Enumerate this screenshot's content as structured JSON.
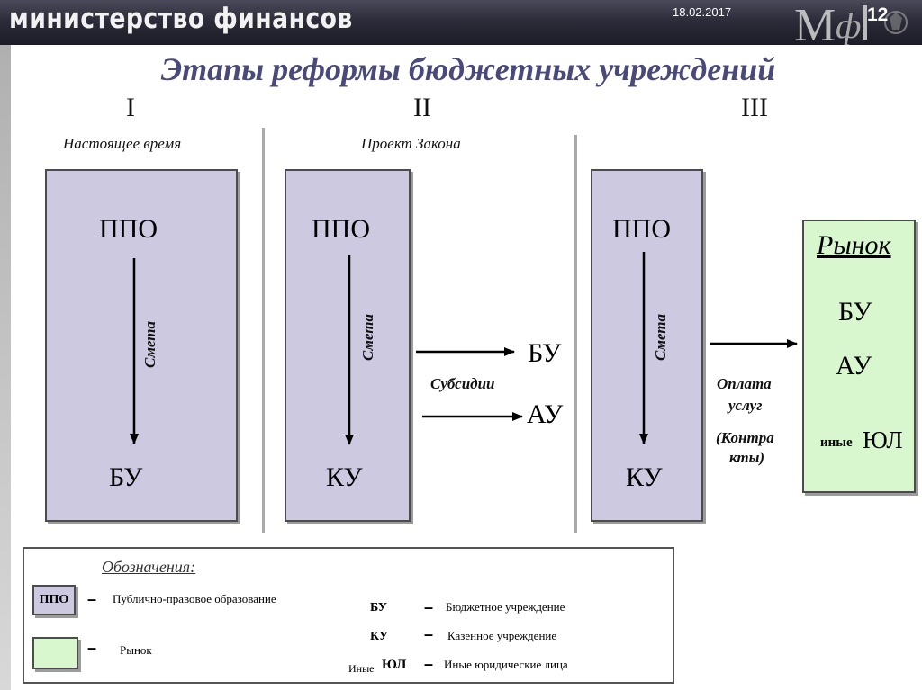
{
  "header": {
    "ministry": "министерство финансов",
    "date": "18.02.2017",
    "slide_number": "12"
  },
  "title": "Этапы реформы бюджетных учреждений",
  "stages": [
    {
      "numeral": "I",
      "label": "Настоящее время",
      "top": "ППО",
      "arrow_label": "Смета",
      "bottom": "БУ"
    },
    {
      "numeral": "II",
      "label": "Проект Закона",
      "top": "ППО",
      "arrow_label": "Смета",
      "bottom": "КУ",
      "out_top": "БУ",
      "out_bottom": "АУ",
      "out_label": "Субсидии"
    },
    {
      "numeral": "III",
      "label": "",
      "top": "ППО",
      "arrow_label": "Смета",
      "bottom": "КУ",
      "out_label_1": "Оплата",
      "out_label_2": "услуг",
      "out_label_3": "(Контра",
      "out_label_4": "кты)"
    }
  ],
  "market": {
    "title": "Рынок",
    "item_1": "БУ",
    "item_2": "АУ",
    "item_3_prefix": "иные",
    "item_3": "ЮЛ"
  },
  "legend": {
    "title": "Обозначения:",
    "ppo_abbr": "ППО",
    "ppo_def": "Публично-правовое образование",
    "market_def": "Рынок",
    "bu_abbr": "БУ",
    "bu_def": "Бюджетное учреждение",
    "ku_abbr": "КУ",
    "ku_def": "Казенное учреждение",
    "yul_prefix": "Иные",
    "yul_abbr": "ЮЛ",
    "yul_def": "Иные юридические лица",
    "dash": "–"
  },
  "colors": {
    "box_fill": "#cdc9e0",
    "market_fill": "#d9f7cf",
    "title": "#4a4a7a"
  }
}
